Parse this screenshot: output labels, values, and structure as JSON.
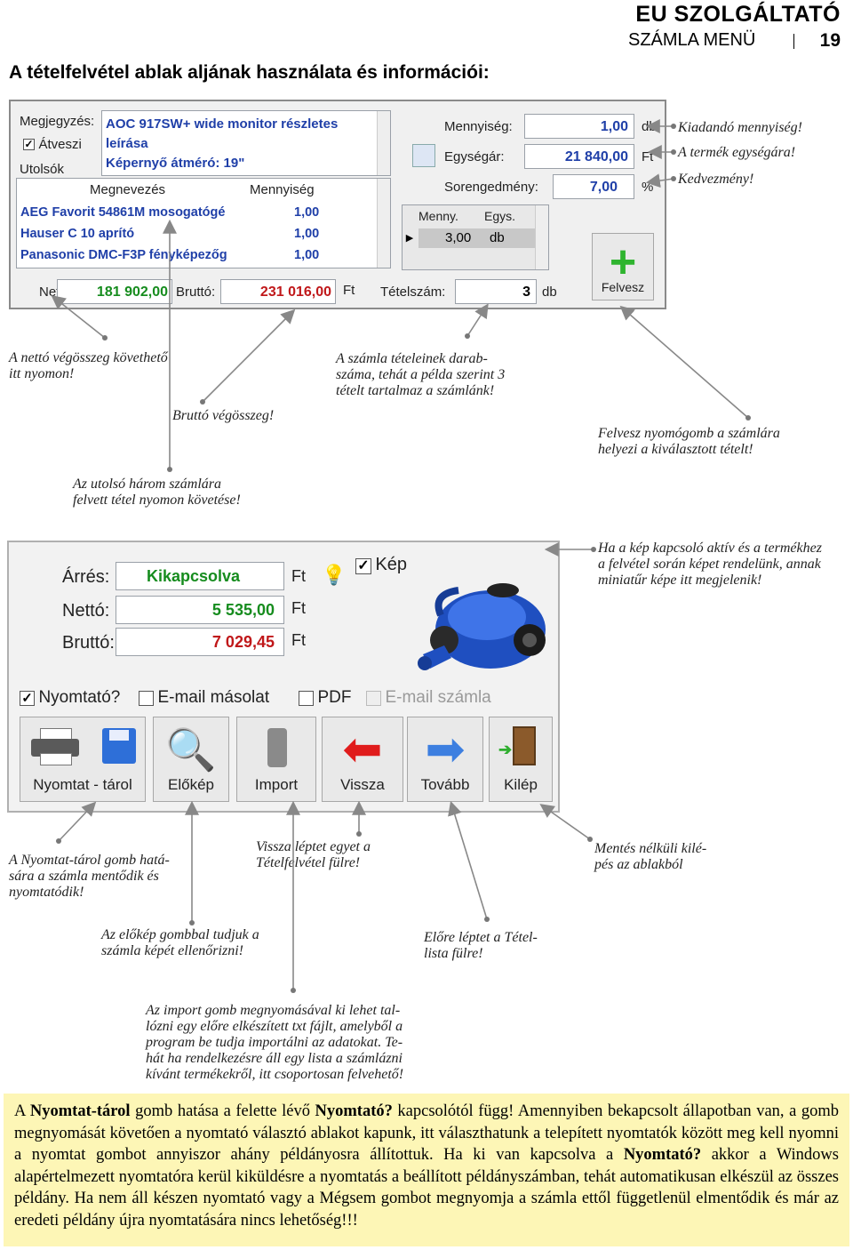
{
  "header": {
    "brand": "EU SZOLGÁLTATÓ",
    "menu": "SZÁMLA MENÜ",
    "page": "19"
  },
  "title": "A tételfelvétel ablak aljának használata és információi:",
  "panel1": {
    "megjegyzes_label": "Megjegyzés:",
    "atveszi_label": "Átveszi",
    "utolsok_label": "Utolsók",
    "description_lines": [
      "AOC 917SW+ wide monitor részletes",
      "leírása",
      "Képernyő átméró: 19\""
    ],
    "list_headers": {
      "name": "Megnevezés",
      "qty": "Mennyiség"
    },
    "list_rows": [
      {
        "name": "AEG Favorit 54861M mosogatógé",
        "qty": "1,00"
      },
      {
        "name": "Hauser C 10 aprító",
        "qty": "1,00"
      },
      {
        "name": "Panasonic DMC-F3P fényképezőg",
        "qty": "1,00"
      }
    ],
    "mennyiseg_label": "Mennyiség:",
    "mennyiseg_value": "1,00",
    "mennyiseg_unit": "db",
    "egysegar_label": "Egységár:",
    "egysegar_value": "21 840,00",
    "egysegar_unit": "Ft",
    "sorengedmeny_label": "Sorengedmény:",
    "sorengedmeny_value": "7,00",
    "sorengedmeny_unit": "%",
    "grid_headers": {
      "menny": "Menny.",
      "egys": "Egys."
    },
    "grid_row": {
      "menny": "3,00",
      "egys": "db"
    },
    "felvesz_label": "Felvesz",
    "netto_label": "Nettó:",
    "netto_value": "181 902,00",
    "brutto_label": "Bruttó:",
    "brutto_value": "231 016,00",
    "brutto_unit": "Ft",
    "tetelszam_label": "Tételszám:",
    "tetelszam_value": "3",
    "tetelszam_unit": "db"
  },
  "notes1": {
    "kiadando": "Kiadandó mennyiség!",
    "egysegara": "A termék egységára!",
    "kedvezmeny": "Kedvezmény!",
    "netto": [
      "A nettó végösszeg követhető",
      "itt nyomon!"
    ],
    "brutto": "Bruttó végösszeg!",
    "tetelek": [
      "A számla tételeinek darab-",
      "száma, tehát a példa szerint 3",
      "tételt tartalmaz a számlánk!"
    ],
    "felvesz": [
      "Felvesz nyomógomb a számlára",
      "helyezi a kiválasztott tételt!"
    ],
    "utolso": [
      "Az utolsó három számlára",
      "felvett tétel nyomon követése!"
    ]
  },
  "panel2": {
    "arres_label": "Árrés:",
    "arres_value": "Kikapcsolva",
    "arres_unit": "Ft",
    "netto_label": "Nettó:",
    "netto_value": "5 535,00",
    "netto_unit": "Ft",
    "brutto_label": "Bruttó:",
    "brutto_value": "7 029,45",
    "brutto_unit": "Ft",
    "kep_label": "Kép",
    "checks": {
      "nyomtato": "Nyomtató?",
      "email_masolat": "E-mail másolat",
      "pdf": "PDF",
      "email_szamla": "E-mail számla"
    },
    "buttons": {
      "nyomtat": "Nyomtat - tárol",
      "elokep": "Előkép",
      "import": "Import",
      "vissza": "Vissza",
      "tovabb": "Tovább",
      "kilep": "Kilép"
    }
  },
  "notes2": {
    "kep": [
      "Ha a kép kapcsoló aktív és a termékhez",
      "a felvétel során képet rendelünk, annak",
      "miniatűr képe itt megjelenik!"
    ],
    "nyomtat": [
      "A Nyomtat-tárol gomb hatá-",
      "sára a számla mentődik és",
      "nyomtatódik!"
    ],
    "vissza": [
      "Vissza léptet egyet a",
      "Tételfelvétel fülre!"
    ],
    "kilep": [
      "Mentés nélküli kilé-",
      "pés az ablakból"
    ],
    "elokep": [
      "Az előkép gombbal tudjuk a",
      "számla képét ellenőrizni!"
    ],
    "tovabb": [
      "Előre léptet a Tétel-",
      "lista fülre!"
    ],
    "import": [
      "Az import gomb megnyomásával ki lehet tal-",
      "lózni egy előre elkészített txt fájlt, amelyből a",
      "program be tudja importálni az adatokat. Te-",
      "hát ha rendelkezésre áll egy lista a számlázni",
      "kívánt termékekről, itt csoportosan felvehető!"
    ]
  },
  "paragraph": {
    "s1": "A ",
    "b1": "Nyomtat-tárol",
    "s2": " gomb hatása a felette lévő ",
    "b2": "Nyomtató?",
    "s3": " kapcsolótól függ! Amennyiben bekapcsolt állapotban van, a gomb megnyomását követően a nyomtató választó ablakot kapunk, itt választhatunk a telepített nyomtatók között meg kell nyomni a nyomtat gombot annyiszor ahány példányosra állítottuk. Ha ki van kapcsolva a ",
    "b3": "Nyomtató?",
    "s4": " akkor a Windows alapértelmezett nyomtatóra kerül kiküldésre a nyomtatás a beállított példányszámban, tehát automatikusan elkészül az összes példány. Ha nem áll készen nyomtató vagy a Mégsem gombot megnyomja a számla ettől függetlenül elmentődik és már az eredeti példány újra nyomtatására nincs lehetőség!!!"
  }
}
